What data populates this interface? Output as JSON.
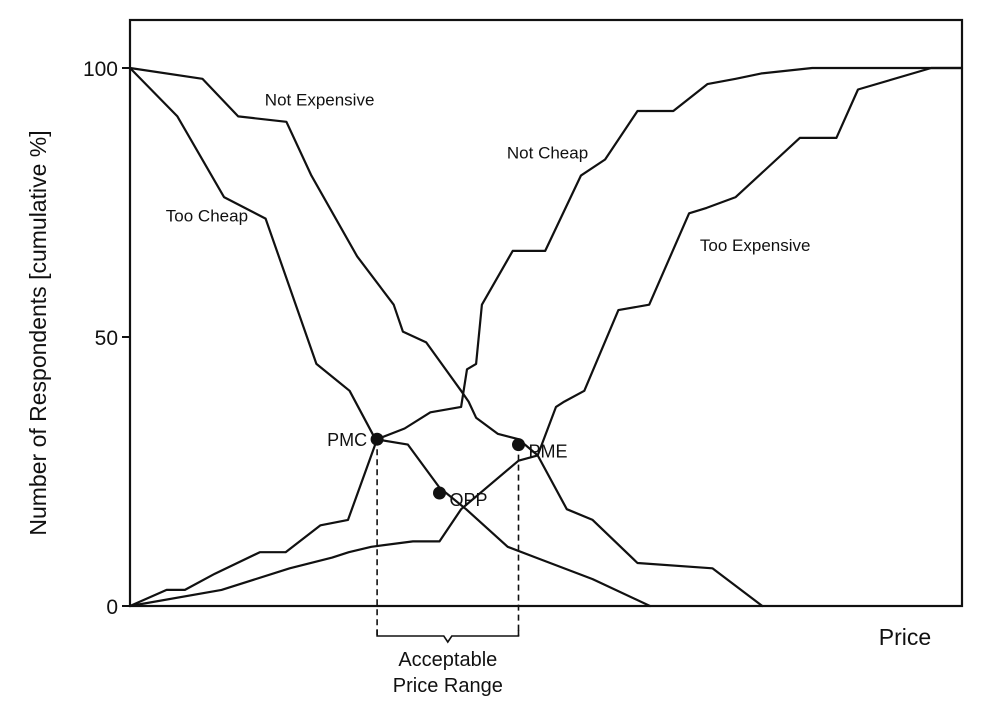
{
  "chart_data": {
    "type": "line",
    "title": "",
    "xlabel": "Price",
    "ylabel": "Number of Respondents [cumulative %]",
    "x_axis_ticks": [],
    "ylim": [
      0,
      100
    ],
    "yticks": [
      {
        "value": 0,
        "label": "0"
      },
      {
        "value": 50,
        "label": "50"
      },
      {
        "value": 100,
        "label": "100"
      }
    ],
    "xlim": [
      0,
      100
    ],
    "grid": false,
    "legend": "none",
    "series": [
      {
        "name": "Too Cheap",
        "points": [
          [
            0,
            100
          ],
          [
            5.7,
            91
          ],
          [
            11.3,
            76
          ],
          [
            16.3,
            72
          ],
          [
            22.4,
            45
          ],
          [
            26.4,
            40
          ],
          [
            29.5,
            31
          ],
          [
            33.4,
            30
          ],
          [
            37.2,
            22
          ],
          [
            40.4,
            18
          ],
          [
            45.4,
            11
          ],
          [
            48.8,
            9
          ],
          [
            55.6,
            5
          ],
          [
            62.5,
            0
          ]
        ]
      },
      {
        "name": "Not Expensive",
        "points": [
          [
            0,
            100
          ],
          [
            8.7,
            98
          ],
          [
            13.0,
            91
          ],
          [
            18.8,
            90
          ],
          [
            21.8,
            80
          ],
          [
            27.3,
            65
          ],
          [
            31.7,
            56
          ],
          [
            32.8,
            51
          ],
          [
            35.6,
            49
          ],
          [
            39.8,
            40
          ],
          [
            40.7,
            38
          ],
          [
            41.6,
            35
          ],
          [
            44.2,
            32
          ],
          [
            46.7,
            31
          ],
          [
            49.0,
            28
          ],
          [
            52.5,
            18
          ],
          [
            55.6,
            16
          ],
          [
            61.0,
            8
          ],
          [
            70.0,
            7
          ],
          [
            76.0,
            0
          ]
        ]
      },
      {
        "name": "Not Cheap",
        "points": [
          [
            0,
            0
          ],
          [
            4.4,
            3
          ],
          [
            6.6,
            3
          ],
          [
            10.2,
            6
          ],
          [
            15.6,
            10
          ],
          [
            18.7,
            10
          ],
          [
            22.9,
            15
          ],
          [
            26.2,
            16
          ],
          [
            29.7,
            31
          ],
          [
            33.0,
            33
          ],
          [
            36.1,
            36
          ],
          [
            39.8,
            37
          ],
          [
            40.5,
            44
          ],
          [
            41.6,
            45
          ],
          [
            42.3,
            56
          ],
          [
            46.0,
            66
          ],
          [
            49.9,
            66
          ],
          [
            54.2,
            80
          ],
          [
            57.1,
            83
          ],
          [
            61.0,
            92
          ],
          [
            65.3,
            92
          ],
          [
            69.4,
            97
          ],
          [
            72.8,
            98
          ],
          [
            75.9,
            99
          ],
          [
            82.0,
            100
          ],
          [
            100,
            100
          ]
        ]
      },
      {
        "name": "Too Expensive",
        "points": [
          [
            0,
            0
          ],
          [
            11.0,
            3
          ],
          [
            19.2,
            7
          ],
          [
            24.3,
            9
          ],
          [
            26.3,
            10
          ],
          [
            29.0,
            11
          ],
          [
            34.0,
            12
          ],
          [
            37.2,
            12
          ],
          [
            39.8,
            18
          ],
          [
            46.7,
            27
          ],
          [
            49.0,
            28
          ],
          [
            51.2,
            37
          ],
          [
            52.2,
            38
          ],
          [
            54.6,
            40
          ],
          [
            58.7,
            55
          ],
          [
            62.4,
            56
          ],
          [
            67.2,
            73
          ],
          [
            69.3,
            74
          ],
          [
            72.8,
            76
          ],
          [
            80.5,
            87
          ],
          [
            84.9,
            87
          ],
          [
            87.5,
            96
          ],
          [
            96.3,
            100
          ],
          [
            100,
            100
          ]
        ]
      }
    ],
    "series_label_positions": {
      "Too Cheap": [
        4.3,
        71.5
      ],
      "Not Expensive": [
        16.2,
        93.0
      ],
      "Not Cheap": [
        45.3,
        83.2
      ],
      "Too Expensive": [
        68.5,
        66.0
      ]
    },
    "key_points": [
      {
        "name": "PMC",
        "x": 29.7,
        "y": 31,
        "label_pos": "left"
      },
      {
        "name": "PME",
        "x": 46.7,
        "y": 30,
        "label_pos": "right"
      },
      {
        "name": "OPP",
        "x": 37.2,
        "y": 21,
        "label_pos": "right"
      }
    ],
    "annotation": {
      "text_line1": "Acceptable",
      "text_line2": "Price Range",
      "from_point": "PMC",
      "to_point": "PME"
    }
  }
}
